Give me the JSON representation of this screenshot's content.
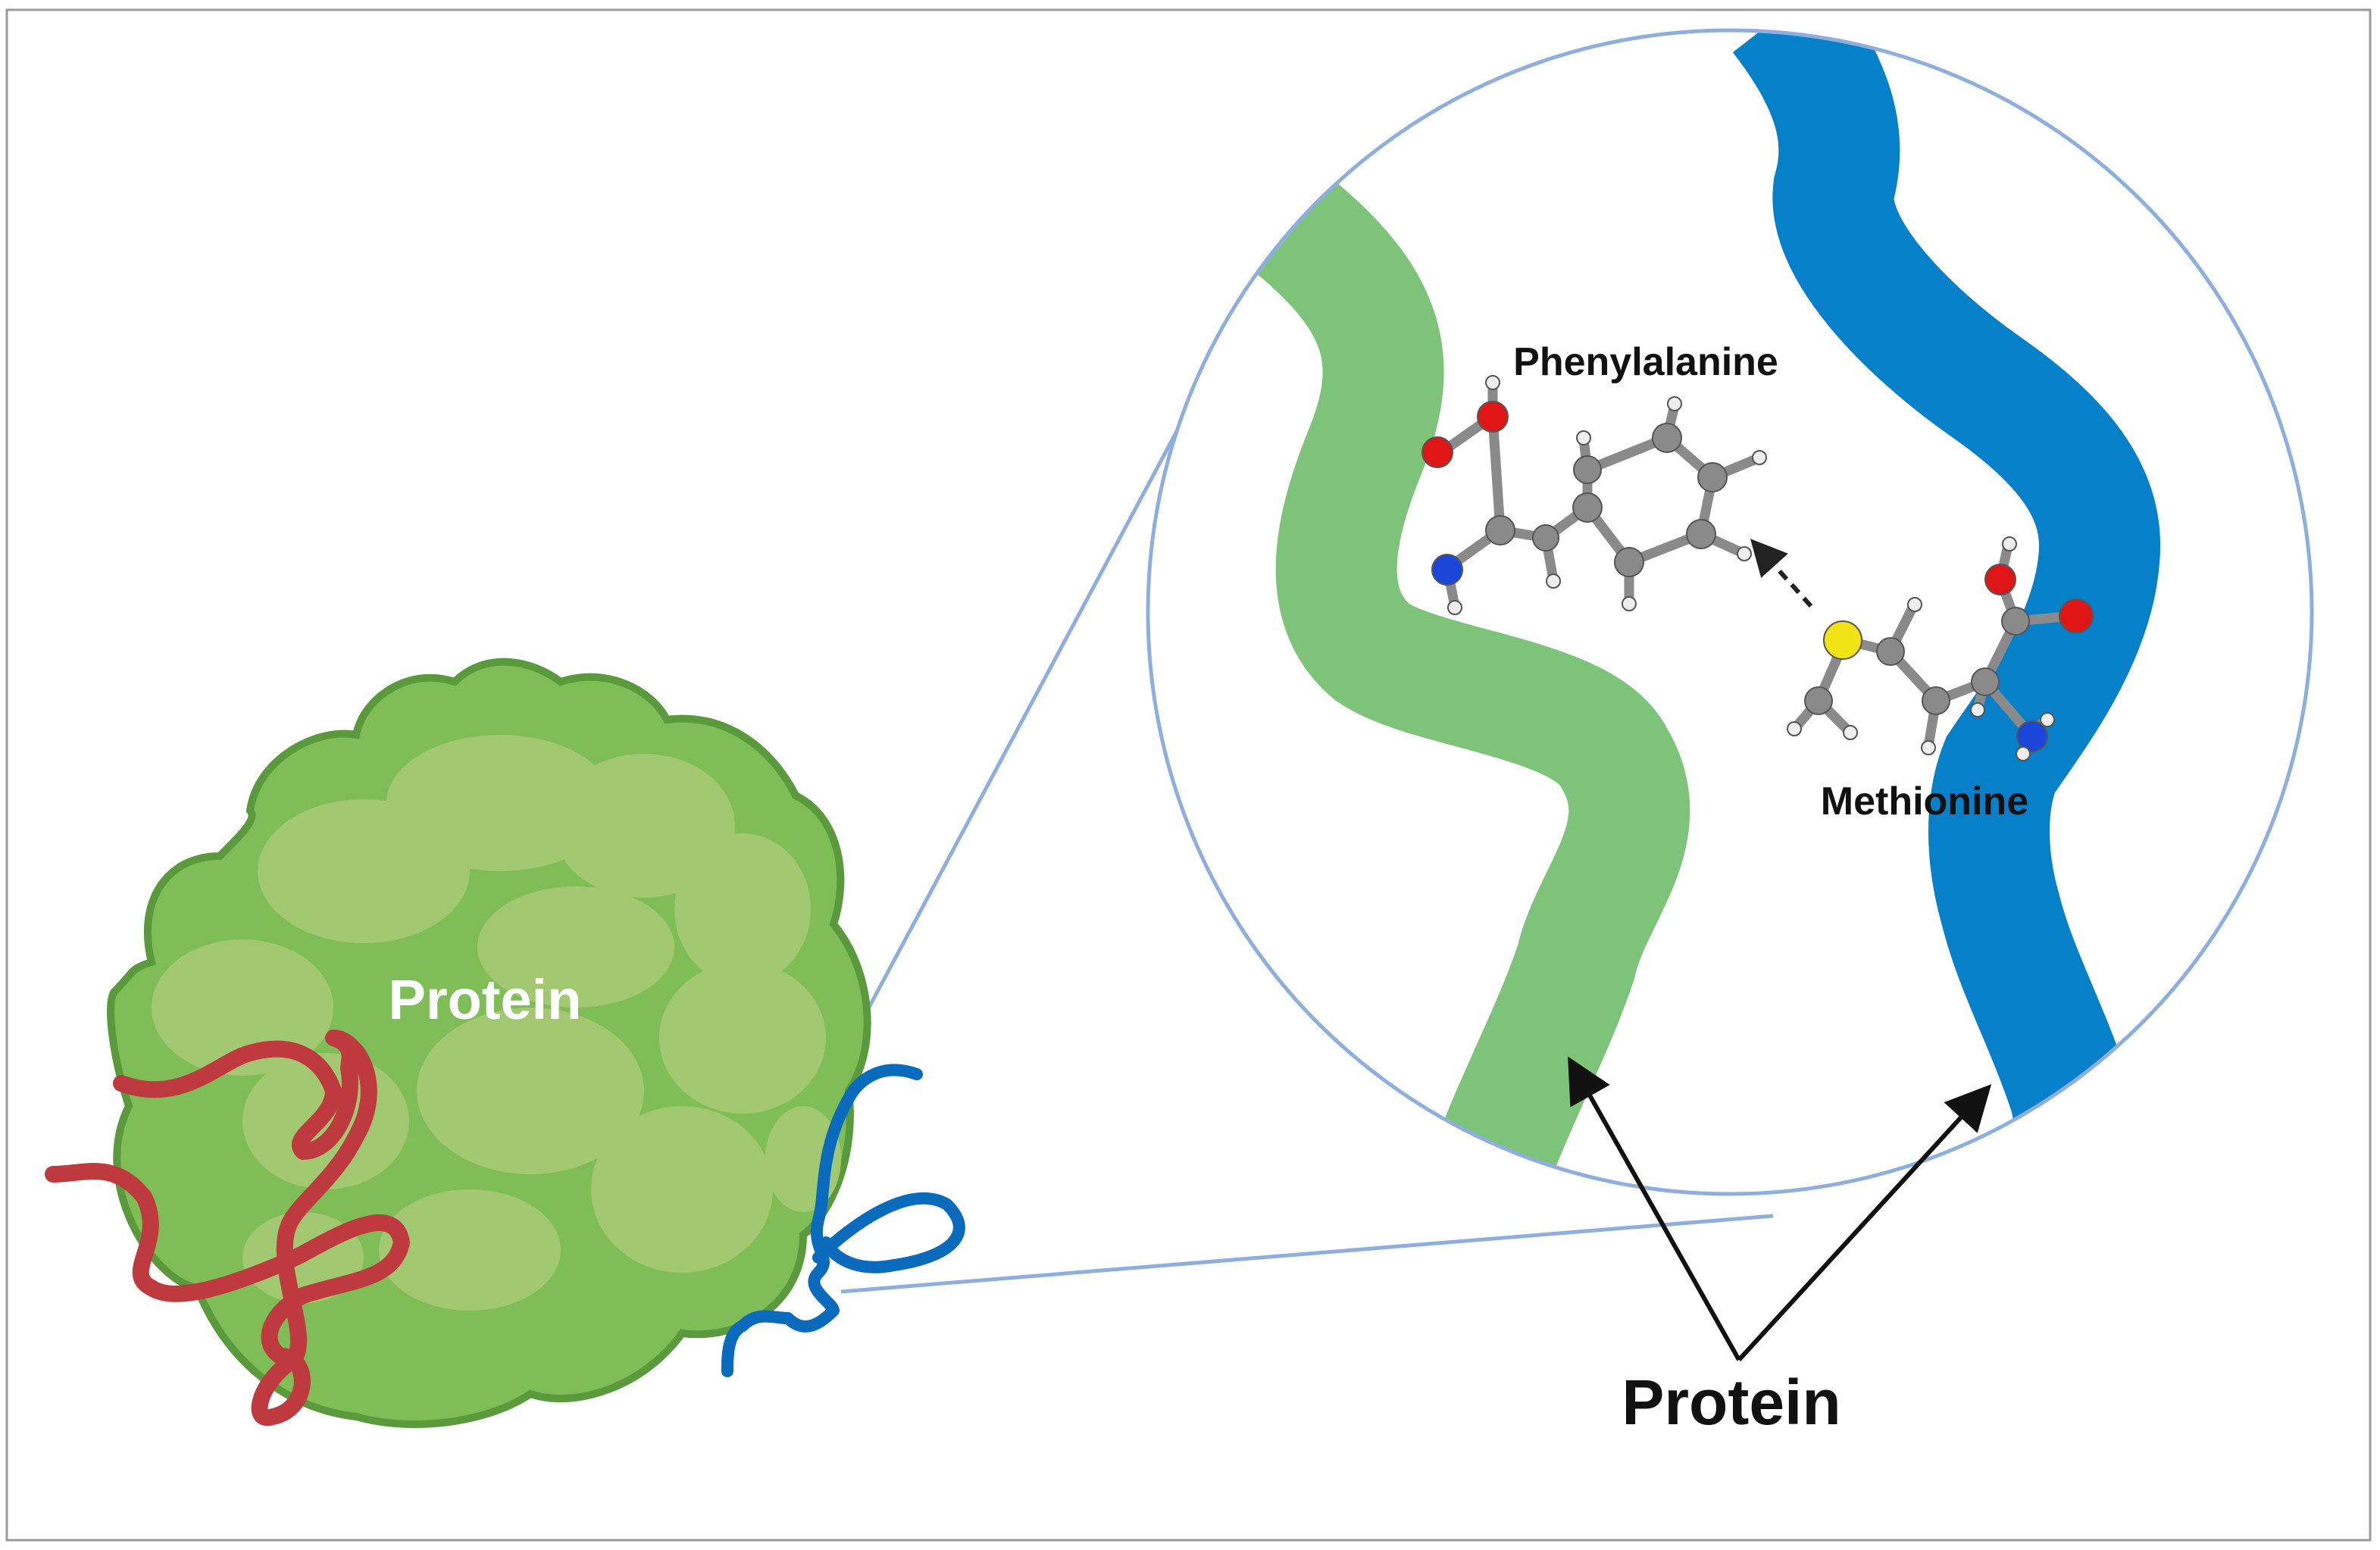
{
  "labels": {
    "blob_label": "Protein",
    "molecule_left": "Phenylalanine",
    "molecule_right": "Methionine",
    "bottom_label": "Protein"
  },
  "colors": {
    "blob_fill": "#7fbd57",
    "blob_lobes": "#a3c872",
    "blob_outline": "#5a9a3c",
    "red_strand": "#be3a3f",
    "blue_strand": "#0a6bbd",
    "green_ribbon": "#7dc47a",
    "blue_ribbon": "#0680c8",
    "zoom_lines": "#8eaede",
    "carbon": "#8a8a8a",
    "oxygen": "#e01616",
    "nitrogen": "#1b46d9",
    "sulfur": "#f0e416",
    "hydrogen": "#eeeeee",
    "arrows": "#111111"
  }
}
